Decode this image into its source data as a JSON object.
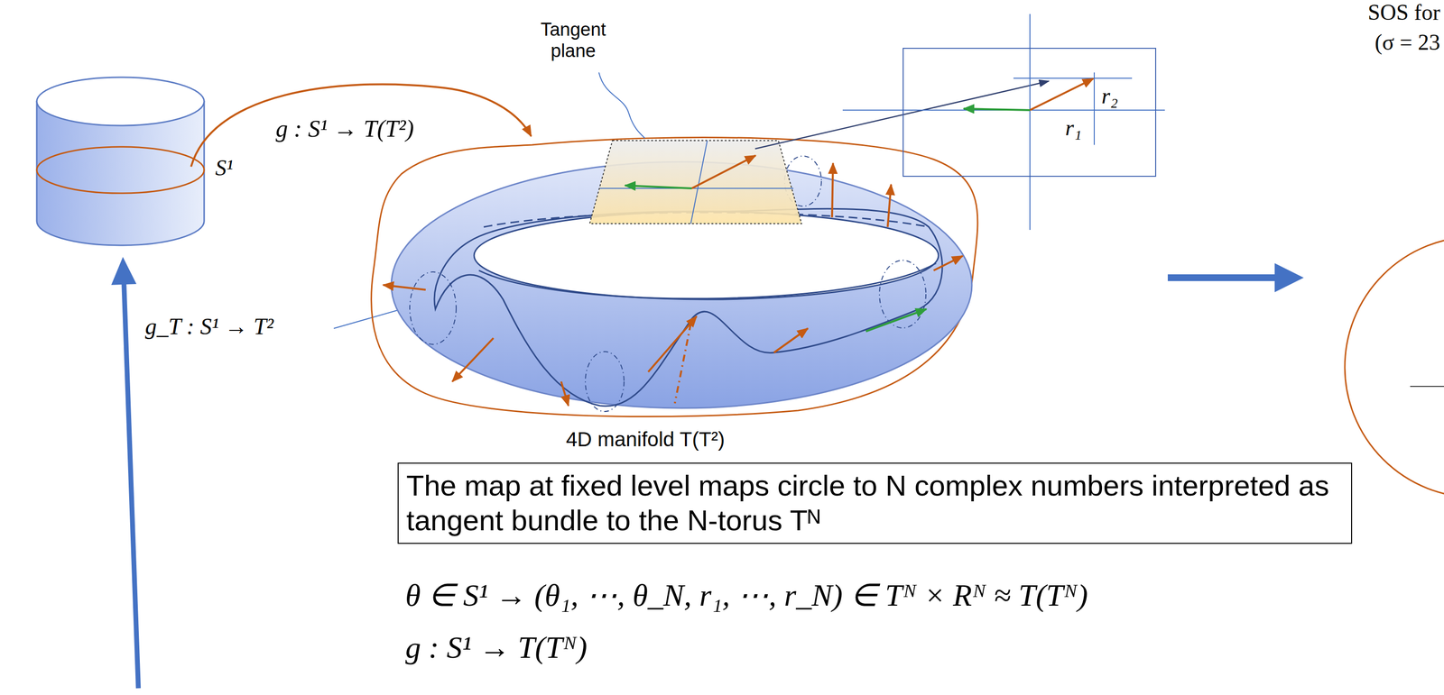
{
  "diagram": {
    "nodes": [
      {
        "text": [
          "The map at fixed level maps circle to N complex numbers interpreted as tangent bundle to the N-torus Tᴺ"
        ]
      },
      {
        "text": [
          "r₂",
          "r₁"
        ]
      }
    ],
    "labels": [
      "SOS for",
      "(σ = 23",
      "Tangent plane",
      "g : S¹ → T(T²)",
      "S¹",
      "g_T : S¹ → T²",
      "4D manifold T(T²)",
      "θ ∈ S¹ → (θ₁, ⋯, θ_N, r₁, ⋯, r_N) ∈ Tᴺ × Rᴺ ≈ T(Tᴺ)",
      "g : S¹ → T(Tᴺ)"
    ]
  }
}
